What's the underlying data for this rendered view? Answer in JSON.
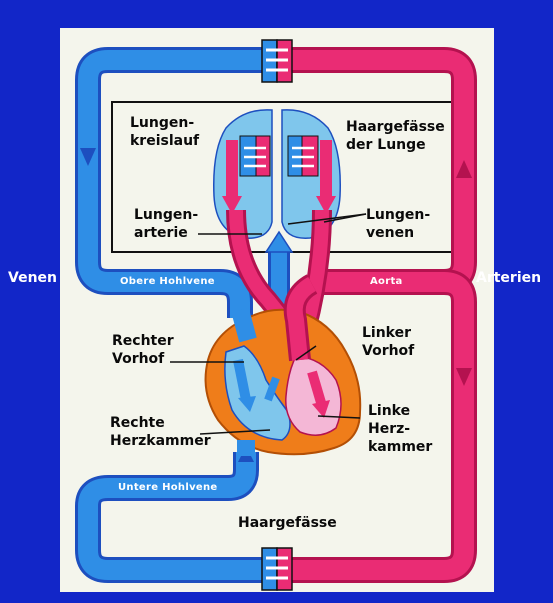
{
  "side_labels": {
    "left": "Venen",
    "right": "Arterien"
  },
  "vessel_labels": {
    "upper_vein": "Obere Hohlvene",
    "aorta": "Aorta",
    "lower_vein": "Untere Hohlvene"
  },
  "labels": {
    "lungenkreislauf": [
      "Lungen-",
      "kreislauf"
    ],
    "haargefaesse_lunge": [
      "Haargefässe",
      "der Lunge"
    ],
    "lungenarterie": [
      "Lungen-",
      "arterie"
    ],
    "lungenvenen": [
      "Lungen-",
      "venen"
    ],
    "rechter_vorhof": [
      "Rechter",
      "Vorhof"
    ],
    "linker_vorhof": [
      "Linker",
      "Vorhof"
    ],
    "rechte_herzkammer": [
      "Rechte",
      "Herzkammer"
    ],
    "linke_herzkammer": [
      "Linke",
      "Herz-",
      "kammer"
    ],
    "haargefaesse": "Haargefässe"
  },
  "colors": {
    "background": "#1226c8",
    "panel": "#f4f5ec",
    "venous_blue": "#2f8ee6",
    "arterial_pink": "#ea2c74",
    "lung_blue": "#7fc6ec",
    "heart_orange": "#ef7d1a",
    "chamber_pink": "#f4b7d6"
  }
}
